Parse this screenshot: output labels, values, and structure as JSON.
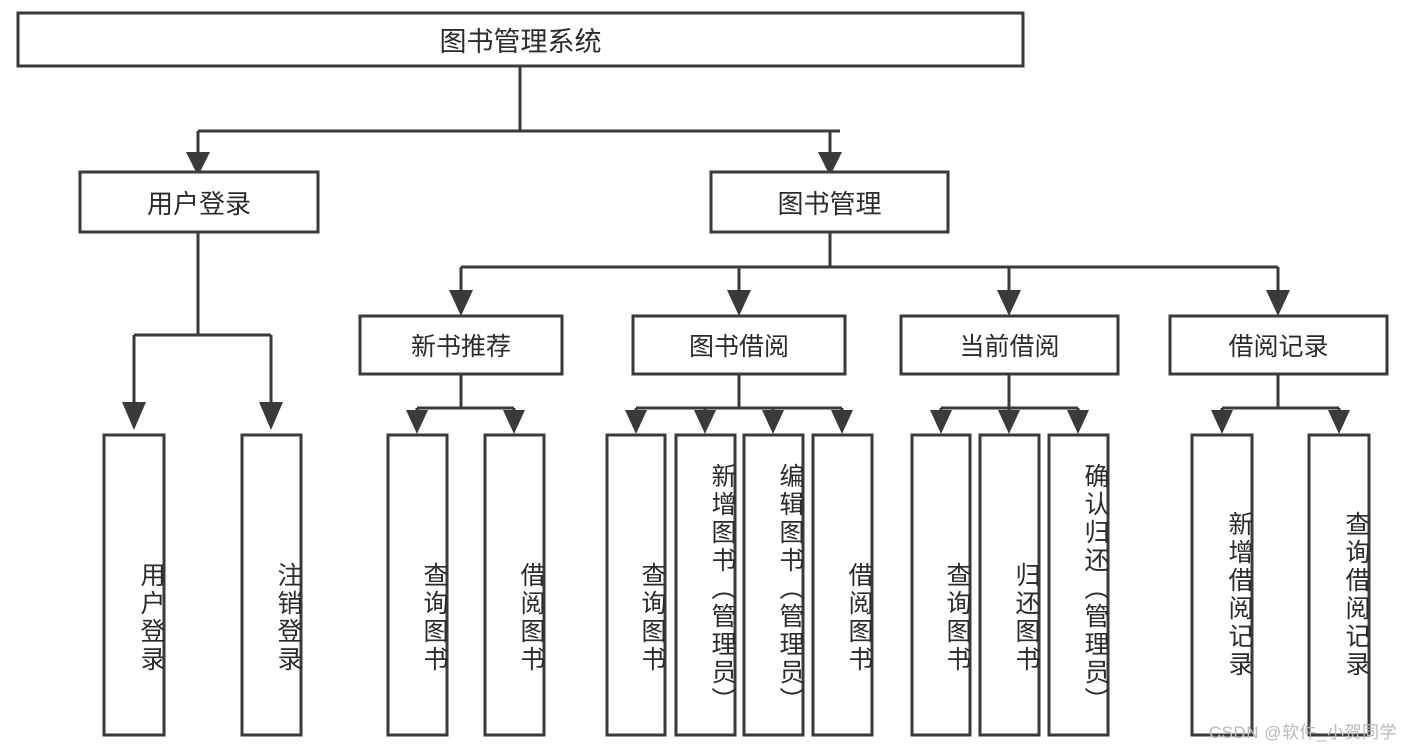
{
  "diagram": {
    "title": "图书管理系统",
    "type": "tree",
    "root": {
      "id": "root",
      "label": "图书管理系统",
      "orientation": "horizontal"
    },
    "level2": [
      {
        "id": "user-login",
        "label": "用户登录",
        "orientation": "horizontal"
      },
      {
        "id": "book-management",
        "label": "图书管理",
        "orientation": "horizontal"
      }
    ],
    "level3": [
      {
        "id": "new-book-recommend",
        "label": "新书推荐",
        "orientation": "horizontal",
        "parent": "book-management"
      },
      {
        "id": "book-borrow",
        "label": "图书借阅",
        "orientation": "horizontal",
        "parent": "book-management"
      },
      {
        "id": "current-borrow",
        "label": "当前借阅",
        "orientation": "horizontal",
        "parent": "book-management"
      },
      {
        "id": "borrow-record",
        "label": "借阅记录",
        "orientation": "horizontal",
        "parent": "book-management"
      }
    ],
    "leaves": [
      {
        "id": "leaf-user-login",
        "label": "用户登录",
        "parent": "user-login",
        "orientation": "vertical"
      },
      {
        "id": "leaf-user-logout",
        "label": "注销登录",
        "parent": "user-login",
        "orientation": "vertical"
      },
      {
        "id": "leaf-query-book-1",
        "label": "查询图书",
        "parent": "new-book-recommend",
        "orientation": "vertical"
      },
      {
        "id": "leaf-borrow-book-1",
        "label": "借阅图书",
        "parent": "new-book-recommend",
        "orientation": "vertical"
      },
      {
        "id": "leaf-query-book-2",
        "label": "查询图书",
        "parent": "book-borrow",
        "orientation": "vertical"
      },
      {
        "id": "leaf-add-book",
        "label": "新增图书（管理员）",
        "parent": "book-borrow",
        "orientation": "vertical"
      },
      {
        "id": "leaf-edit-book",
        "label": "编辑图书（管理员）",
        "parent": "book-borrow",
        "orientation": "vertical"
      },
      {
        "id": "leaf-borrow-book-2",
        "label": "借阅图书",
        "parent": "book-borrow",
        "orientation": "vertical"
      },
      {
        "id": "leaf-query-book-3",
        "label": "查询图书",
        "parent": "current-borrow",
        "orientation": "vertical"
      },
      {
        "id": "leaf-return-book",
        "label": "归还图书",
        "parent": "current-borrow",
        "orientation": "vertical"
      },
      {
        "id": "leaf-confirm-return",
        "label": "确认归还（管理员）",
        "parent": "current-borrow",
        "orientation": "vertical"
      },
      {
        "id": "leaf-add-record",
        "label": "新增借阅记录",
        "parent": "borrow-record",
        "orientation": "vertical"
      },
      {
        "id": "leaf-query-record",
        "label": "查询借阅记录",
        "parent": "borrow-record",
        "orientation": "vertical"
      }
    ],
    "colors": {
      "stroke": "#3a3a3a",
      "fill": "#ffffff",
      "text": "#2b2b2b",
      "watermark": "#b9b9b9"
    }
  },
  "watermark": {
    "text": "CSDN @软件_小贺同学"
  }
}
